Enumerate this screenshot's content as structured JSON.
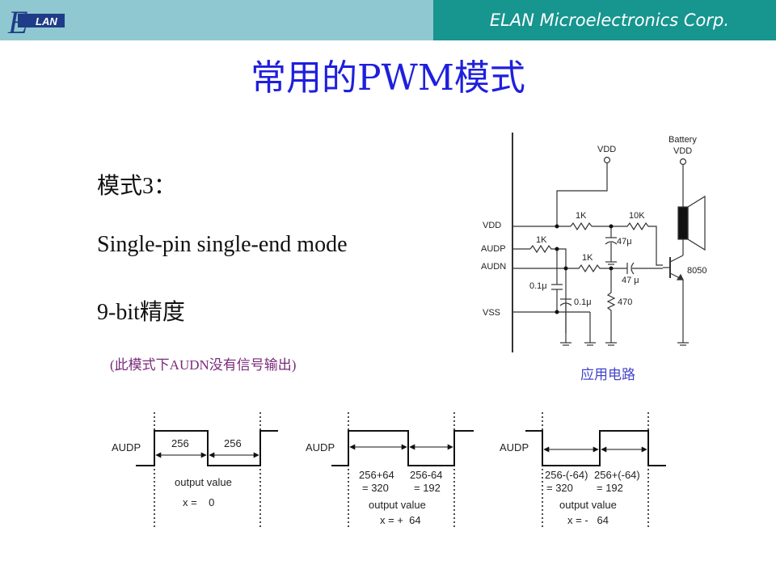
{
  "header": {
    "company": "ELAN Microelectronics Corp.",
    "logo_text": "LAN",
    "logo_initial": "E",
    "color_left": "#8fc8d0",
    "color_right": "#17958f"
  },
  "slide": {
    "title": "常用的PWM模式",
    "line1": "模式3：",
    "line2": "Single-pin single-end mode",
    "line3": "9-bit精度",
    "note": "(此模式下AUDN没有信号输出)",
    "title_color": "#1f1fdd"
  },
  "schematic": {
    "caption": "应用电路",
    "labels": {
      "vdd_top": "VDD",
      "battery": "Battery",
      "battery_vdd": "VDD",
      "vdd": "VDD",
      "audp": "AUDP",
      "audn": "AUDN",
      "vss": "VSS",
      "r1": "1K",
      "r2": "1K",
      "r3": "1K",
      "r4": "10K",
      "c1": "47μ",
      "c2": "47 μ",
      "c3": "0.1μ",
      "c4": "0.1μ",
      "r5": "470",
      "transistor": "8050"
    }
  },
  "waveforms": [
    {
      "signal": "AUDP",
      "left_width": "256",
      "right_width": "256",
      "output_label": "output value",
      "x_value": "x =    0"
    },
    {
      "signal": "AUDP",
      "left_width_1": "256+64",
      "left_width_2": "= 320",
      "right_width_1": "256-64",
      "right_width_2": "= 192",
      "output_label": "output value",
      "x_value": "x = +  64"
    },
    {
      "signal": "AUDP",
      "left_width_1": "256-(-64)",
      "left_width_2": "= 320",
      "right_width_1": "256+(-64)",
      "right_width_2": "= 192",
      "output_label": "output value",
      "x_value": "x = -   64"
    }
  ]
}
